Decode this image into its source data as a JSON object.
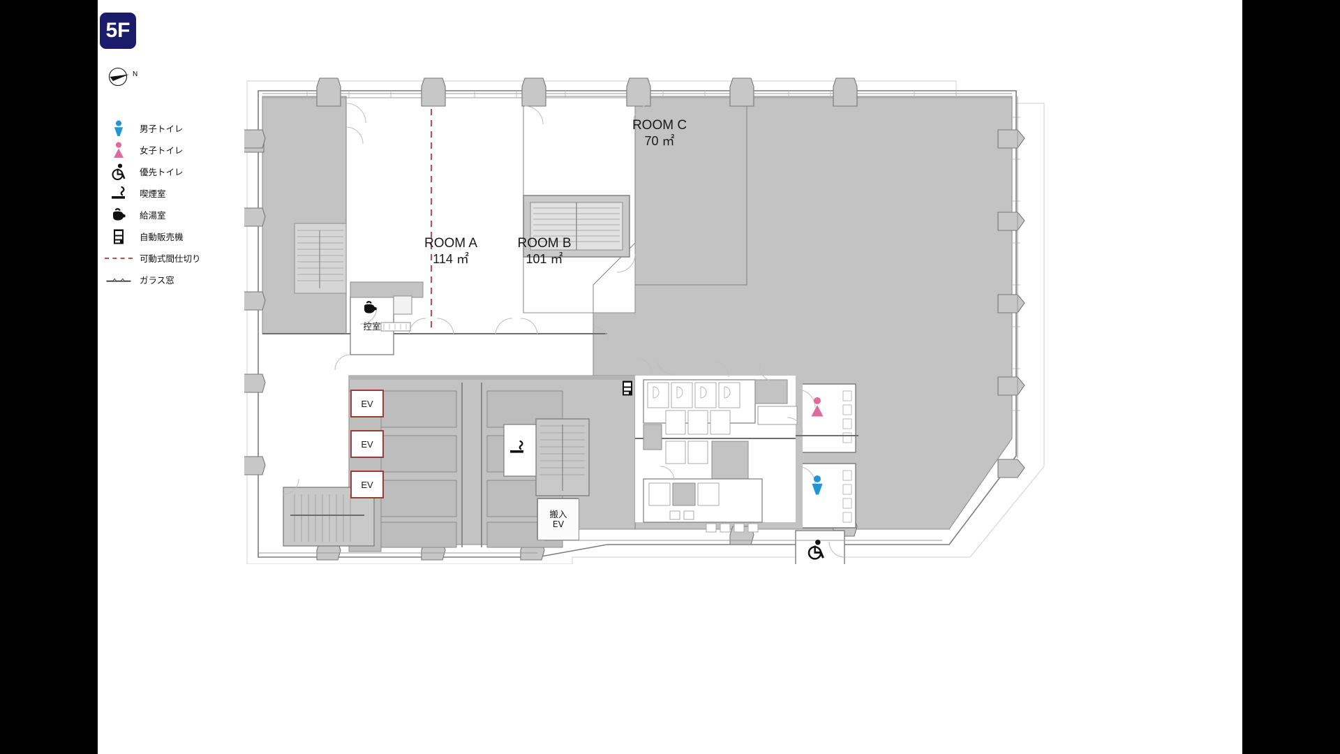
{
  "document": {
    "type": "floor-plan",
    "floor_badge": "5F",
    "north_label": "N",
    "badge_color": "#1b1b6b"
  },
  "legend": {
    "items": [
      {
        "icon": "male-restroom-icon",
        "label": "男子トイレ",
        "color": "#2196d6"
      },
      {
        "icon": "female-restroom-icon",
        "label": "女子トイレ",
        "color": "#e0699d"
      },
      {
        "icon": "accessible-restroom-icon",
        "label": "優先トイレ",
        "color": "#111111"
      },
      {
        "icon": "smoking-room-icon",
        "label": "喫煙室",
        "color": "#111111"
      },
      {
        "icon": "pantry-kettle-icon",
        "label": "給湯室",
        "color": "#111111"
      },
      {
        "icon": "vending-machine-icon",
        "label": "自動販売機",
        "color": "#111111"
      },
      {
        "icon": "dashed-line-icon",
        "label": "可動式間仕切り",
        "color": "#b5524b"
      },
      {
        "icon": "glass-window-icon",
        "label": "ガラス窓",
        "color": "#333333"
      }
    ]
  },
  "plan": {
    "rooms": [
      {
        "name": "ROOM A",
        "area": "114 ㎡"
      },
      {
        "name": "ROOM B",
        "area": "101 ㎡"
      },
      {
        "name": "ROOM C",
        "area": "70 ㎡"
      }
    ],
    "elevators": [
      {
        "label": "EV"
      },
      {
        "label": "EV"
      },
      {
        "label": "EV"
      }
    ],
    "freight_elevator": {
      "line1": "搬入",
      "line2": "EV"
    },
    "control_room": {
      "label": "控室"
    },
    "markers": [
      {
        "name": "vending-machine-icon",
        "label": "自動販売機"
      },
      {
        "name": "female-restroom-icon",
        "label": "女子トイレ"
      },
      {
        "name": "male-restroom-icon",
        "label": "男子トイレ"
      },
      {
        "name": "accessible-restroom-icon",
        "label": "優先トイレ"
      },
      {
        "name": "smoking-room-icon",
        "label": "喫煙室"
      },
      {
        "name": "pantry-kettle-icon",
        "label": "給湯室"
      }
    ],
    "colors": {
      "unleased_fill": "#c3c3c3",
      "wall_stroke": "#6f6f6f",
      "thin_stroke": "#9a9a9a",
      "partition_dashed": "#b5524b",
      "ev_border": "#9d3b36"
    }
  }
}
